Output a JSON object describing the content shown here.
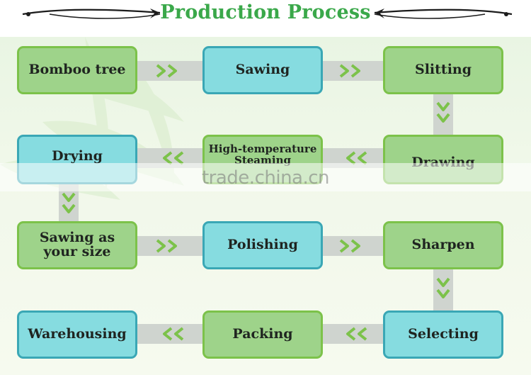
{
  "title": "Production Process",
  "colors": {
    "green_fill": "#9ed38a",
    "green_border": "#7cc24a",
    "cyan_fill": "#86dce0",
    "cyan_border": "#3aa7b5",
    "title": "#3aa84a",
    "connector": "#cfd4cf",
    "chevron": "#7cc24a"
  },
  "watermark": "trade.china.cn",
  "steps": [
    "Bomboo tree",
    "Sawing",
    "Slitting",
    "Drawing",
    "High-temperature Steaming",
    "Drying",
    "Sawing as your size",
    "Polishing",
    "Sharpen",
    "Selecting",
    "Packing",
    "Warehousing"
  ],
  "flow": "serpentine, left-to-right then right-to-left by row"
}
